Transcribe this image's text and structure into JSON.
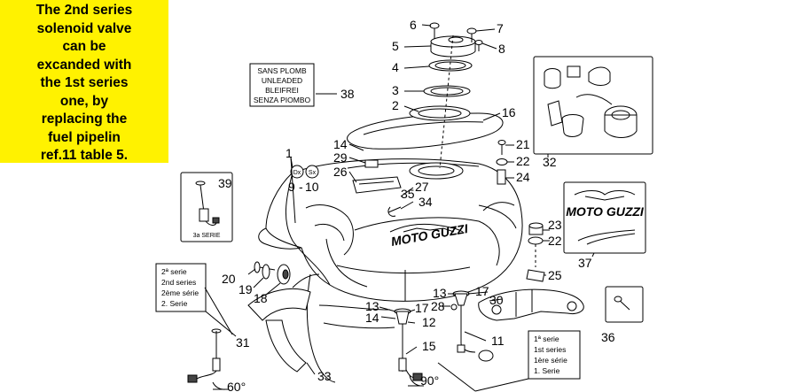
{
  "note": {
    "lines": [
      "The 2nd series",
      "solenoid valve",
      "can be",
      "excanded with",
      "the 1st series",
      "one, by",
      "replacing the",
      "fuel pipelin",
      "ref.11 table 5."
    ],
    "color": "#fff200"
  },
  "sign38": [
    "SANS PLOMB",
    "UNLEADED",
    "BLEIFREI",
    "SENZA PIOMBO"
  ],
  "series2_box": [
    "2ª serie",
    "2nd series",
    "2ème série",
    "2. Serie"
  ],
  "series1_box": [
    "1ª serie",
    "1st series",
    "1ère série",
    "1. Serie"
  ],
  "inset39_label": "3a SERIE",
  "brand_text": "MOTO GUZZI",
  "angles": {
    "a60": "60°",
    "a90": "90°"
  },
  "callouts": {
    "c1": "1",
    "c2": "2",
    "c3": "3",
    "c4": "4",
    "c5": "5",
    "c6": "6",
    "c7": "7",
    "c8": "8",
    "c9": "9",
    "c10": "10",
    "c11": "11",
    "c12": "12",
    "c13a": "13",
    "c13b": "13",
    "c14a": "14",
    "c14b": "14",
    "c15": "15",
    "c16": "16",
    "c17a": "17",
    "c17b": "17",
    "c18": "18",
    "c19": "19",
    "c20": "20",
    "c21": "21",
    "c22a": "22",
    "c22b": "22",
    "c23": "23",
    "c24": "24",
    "c25": "25",
    "c26": "26",
    "c27": "27",
    "c28": "28",
    "c29": "29",
    "c30": "30",
    "c31": "31",
    "c32": "32",
    "c33": "33",
    "c34": "34",
    "c35": "35",
    "c36": "36",
    "c37": "37",
    "c38": "38",
    "c39": "39"
  },
  "badges": {
    "dx": "Dx",
    "sx": "Sx"
  }
}
